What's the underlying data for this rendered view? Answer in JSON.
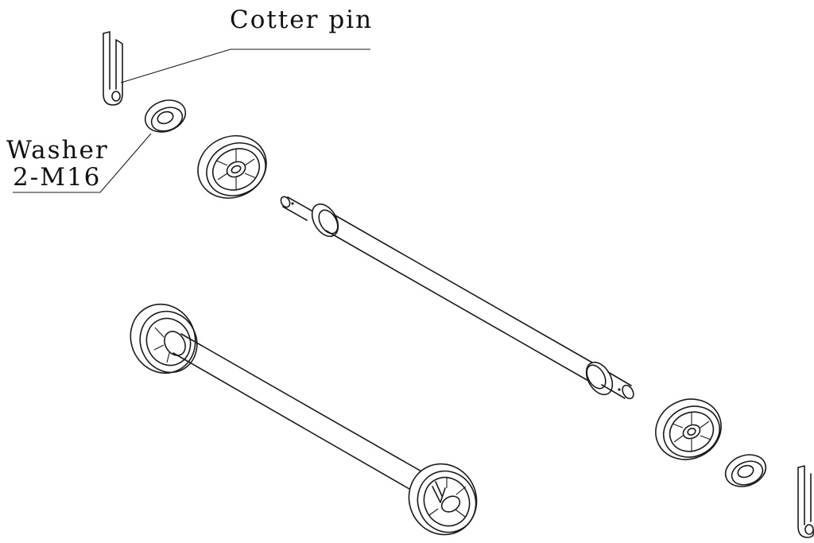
{
  "labels": {
    "cotter_pin": "Cotter pin",
    "washer": "Washer",
    "washer_size": "2-M16"
  },
  "colors": {
    "line": "#1a1a1a",
    "background": "#ffffff"
  }
}
